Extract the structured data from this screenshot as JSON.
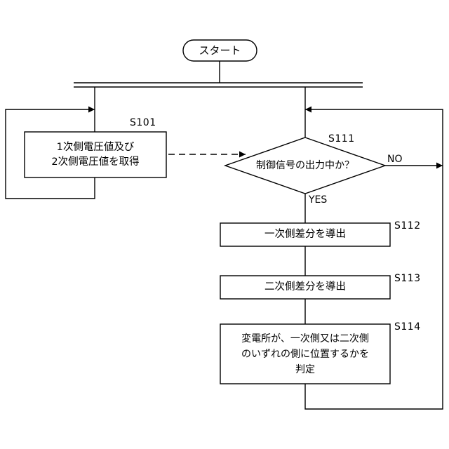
{
  "start": {
    "label": "スタート"
  },
  "steps": {
    "s101": {
      "id": "S101",
      "text": "1次側電圧値及び\n2次側電圧値を取得"
    },
    "s111": {
      "id": "S111",
      "text": "制御信号の出力中か？",
      "yes": "YES",
      "no": "NO"
    },
    "s112": {
      "id": "S112",
      "text": "一次側差分を導出"
    },
    "s113": {
      "id": "S113",
      "text": "二次側差分を導出"
    },
    "s114": {
      "id": "S114",
      "text": "変電所が、一次側又は二次側\nのいずれの側に位置するかを\n判定"
    }
  }
}
